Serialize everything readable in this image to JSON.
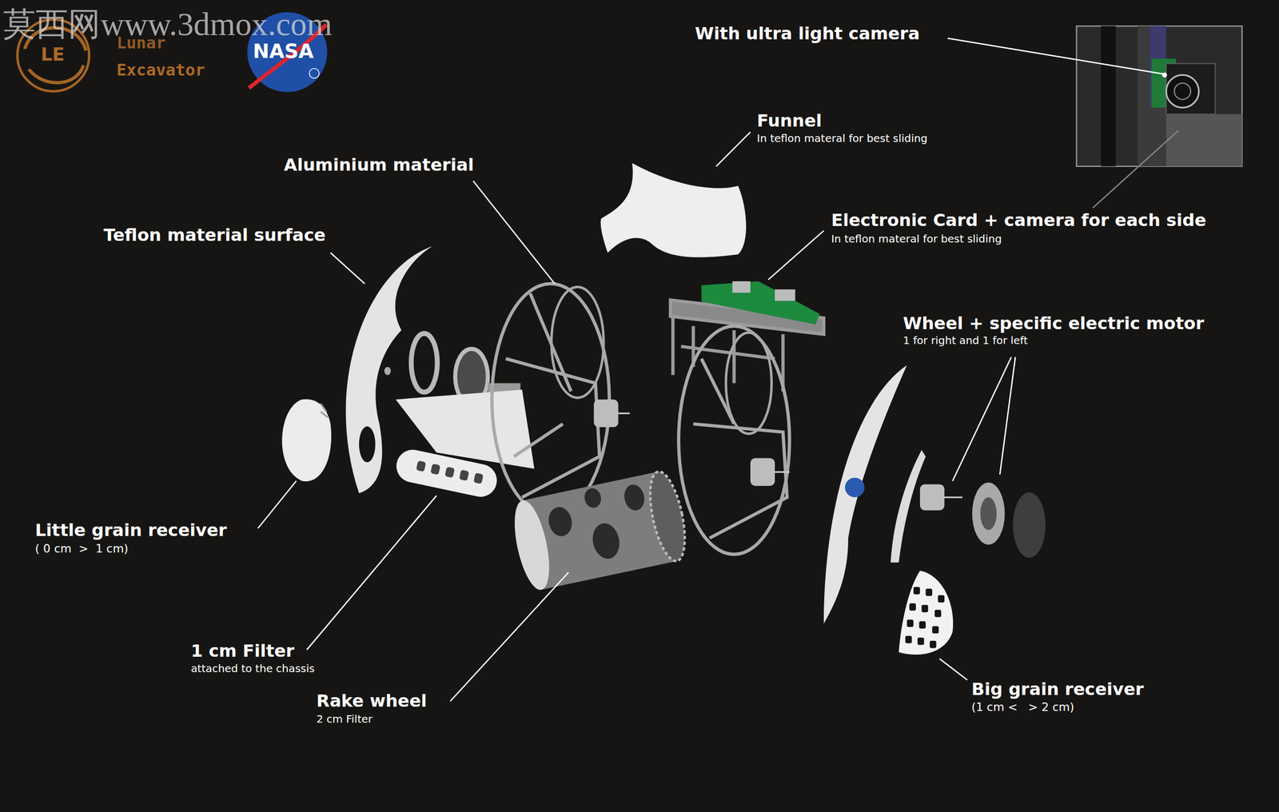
{
  "diagram": {
    "labels": [
      "莫西网www.3dmox.com",
      "LE",
      "Lunar",
      "Excavator",
      "NASA",
      "With ultra light camera",
      "Funnel",
      "In teflon materal for best sliding",
      "Aluminium material",
      "Teflon material surface",
      "Electronic Card + camera for each side",
      "In teflon materal for best sliding",
      "Wheel + specific electric motor",
      "1 for right and 1 for left",
      "Little grain receiver",
      "( 0 cm  >  1 cm)",
      "1 cm Filter",
      "attached to the chassis",
      "Rake wheel",
      "2 cm Filter",
      "Big grain receiver",
      "(1 cm <   > 2 cm)"
    ]
  }
}
